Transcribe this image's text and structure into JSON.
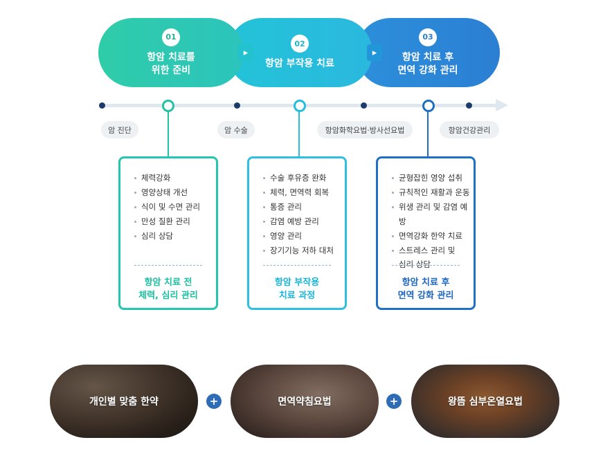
{
  "steps": [
    {
      "num": "01",
      "title": "항암 치료를\n위한 준비"
    },
    {
      "num": "02",
      "title": "항암 부작용 치료"
    },
    {
      "num": "03",
      "title": "항암 치료 후\n면역 강화 관리"
    }
  ],
  "timeline": {
    "tags": [
      "암 진단",
      "암 수술",
      "항암화학요법·방사선요법",
      "항암건강관리"
    ]
  },
  "boxes": [
    {
      "items": [
        "체력강화",
        "영양상태 개선",
        "식이 및 수면 관리",
        "만성 질환 관리",
        "심리 상담"
      ],
      "summary": "항암 치료 전\n체력, 심리 관리"
    },
    {
      "items": [
        "수술 후유증 완화",
        "체력, 면역력 회복",
        "통증 관리",
        "감염 예방 관리",
        "영양 관리",
        "장기기능 저하 대처"
      ],
      "summary": "항암 부작용\n치료 과정"
    },
    {
      "items": [
        "균형잡힌 영양 섭취",
        "규칙적인 재활과 운동",
        "위생 관리 및 감염 예방",
        "면역강화 한약 치료",
        "스트레스 관리 및\n심리 상담"
      ],
      "summary": "항암 치료 후\n면역 강화 관리"
    }
  ],
  "therapies": [
    {
      "label": "개인별 맞춤 한약"
    },
    {
      "label": "면역약침요법"
    },
    {
      "label": "왕뜸 심부온열요법"
    }
  ],
  "plus_sign": "+",
  "colors": {
    "teal": "#25c6ae",
    "cyan": "#2fc0e0",
    "blue": "#1f70c4",
    "plus_bg": "#2e6db6"
  }
}
